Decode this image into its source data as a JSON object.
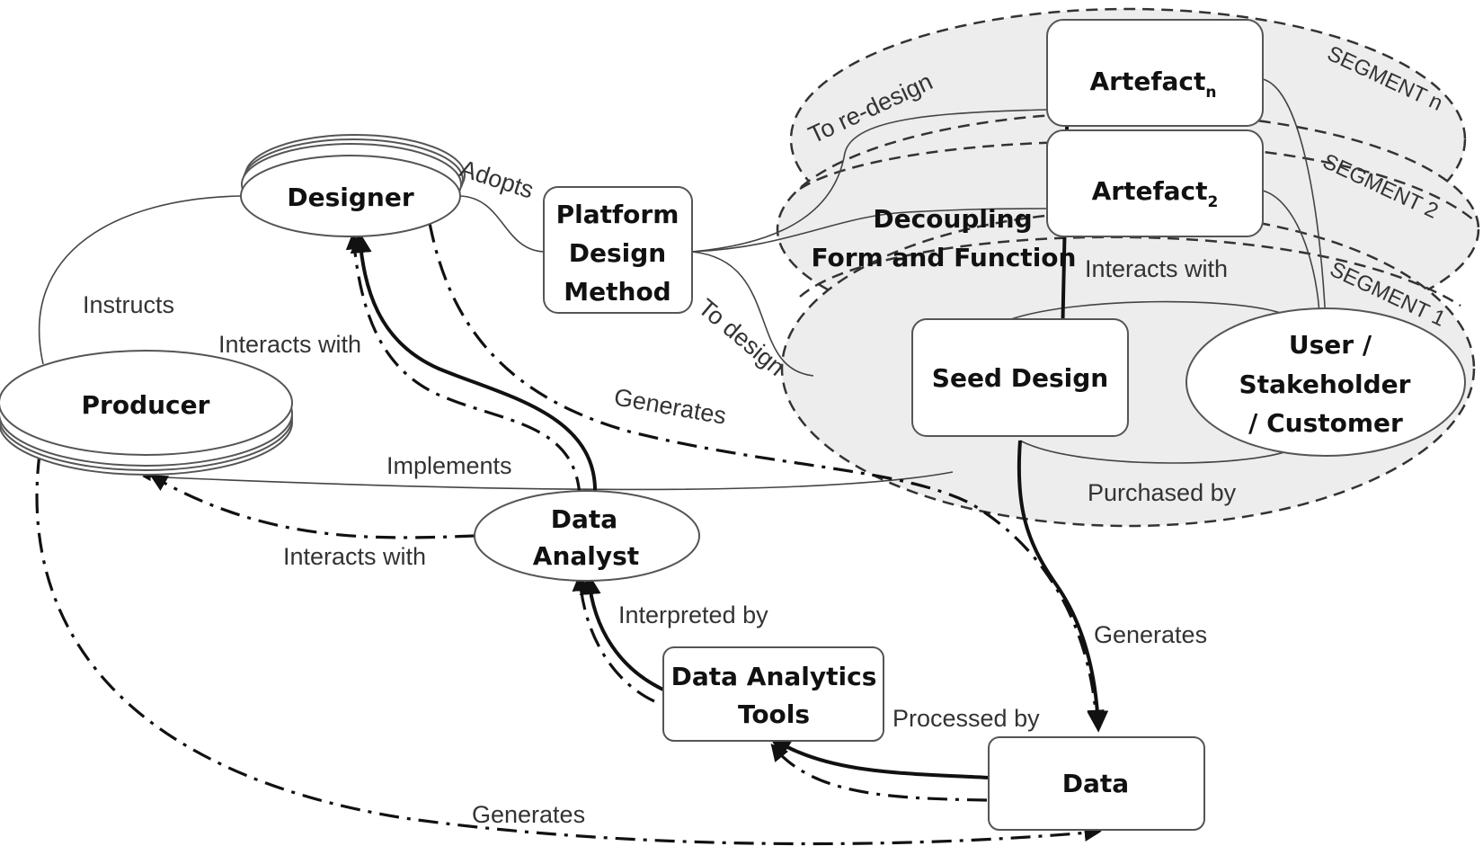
{
  "nodes": {
    "designer": "Designer",
    "platform_line1": "Platform",
    "platform_line2": "Design",
    "platform_line3": "Method",
    "artefact_n": "Artefact",
    "artefact_n_sub": "n",
    "artefact_2": "Artefact",
    "artefact_2_sub": "2",
    "seed_design": "Seed Design",
    "user_line1": "User /",
    "user_line2": "Stakeholder",
    "user_line3": "/ Customer",
    "producer": "Producer",
    "data_analyst_line1": "Data",
    "data_analyst_line2": "Analyst",
    "tools_line1": "Data Analytics",
    "tools_line2": "Tools",
    "data": "Data",
    "decoupling_line1": "Decoupling",
    "decoupling_line2": "Form and Function"
  },
  "segments": {
    "seg_n": "SEGMENT n",
    "seg_2": "SEGMENT 2",
    "seg_1": "SEGMENT 1"
  },
  "edges": {
    "adopts": "Adopts",
    "to_redesign": "To re-design",
    "to_design": "To design",
    "instructs": "Instructs",
    "interacts_with_designer": "Interacts with",
    "generates_designer": "Generates",
    "implements": "Implements",
    "interacts_with_producer": "Interacts with",
    "interacts_with_user": "Interacts with",
    "purchased_by": "Purchased by",
    "generates_seed": "Generates",
    "interpreted_by": "Interpreted by",
    "processed_by": "Processed by",
    "generates_producer": "Generates"
  },
  "colors": {
    "segment_fill": "#ededed",
    "stroke": "#111111"
  }
}
